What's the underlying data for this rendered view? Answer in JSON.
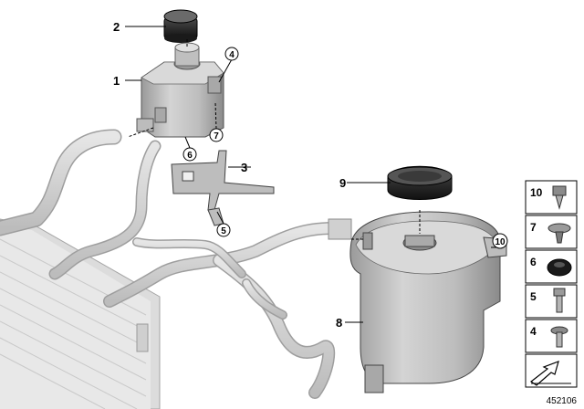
{
  "diagram_number": "452106",
  "callouts": {
    "c1": "1",
    "c2": "2",
    "c3": "3",
    "c4": "4",
    "c5": "5",
    "c6": "6",
    "c7": "7",
    "c8": "8",
    "c9": "9",
    "c10": "10"
  },
  "side_panel": {
    "items": [
      {
        "label": "10",
        "icon": "clip-nut-icon"
      },
      {
        "label": "7",
        "icon": "expanding-rivet-icon"
      },
      {
        "label": "6",
        "icon": "rubber-grommet-icon"
      },
      {
        "label": "5",
        "icon": "hex-bolt-icon"
      },
      {
        "label": "4",
        "icon": "flange-screw-icon"
      }
    ],
    "direction_icon": "driving-direction-arrow-icon"
  }
}
